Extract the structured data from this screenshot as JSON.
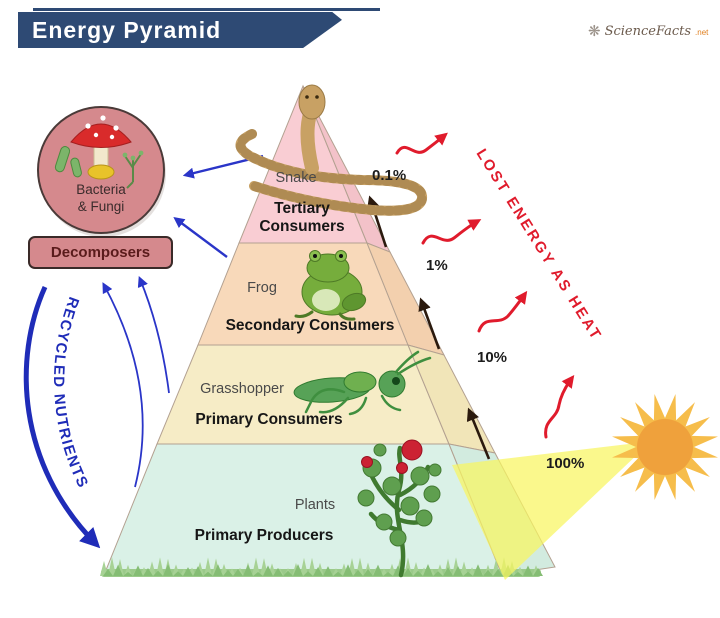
{
  "header": {
    "title": "Energy Pyramid",
    "logo": {
      "icon": "flower-icon",
      "brand": "ScienceFacts",
      "suffix": ".net"
    }
  },
  "pyramid": {
    "levels": [
      {
        "id": "tertiary-consumers",
        "organism": "Snake",
        "label": "Tertiary Consumers",
        "energy_percent": "0.1%",
        "color": "#f9cdd3"
      },
      {
        "id": "secondary-consumers",
        "organism": "Frog",
        "label": "Secondary Consumers",
        "energy_percent": "1%",
        "color": "#f8d9ba"
      },
      {
        "id": "primary-consumers",
        "organism": "Grasshopper",
        "label": "Primary Consumers",
        "energy_percent": "10%",
        "color": "#f6ecc6"
      },
      {
        "id": "primary-producers",
        "organism": "Plants",
        "label": "Primary Producers",
        "energy_percent": "100%",
        "color": "#daf1e7"
      }
    ]
  },
  "decomposers": {
    "circle_line1": "Bacteria",
    "circle_line2": "& Fungi",
    "box_label": "Decomposers",
    "color": "#d5898d"
  },
  "annotations": {
    "recycled_nutrients": "RECYCLED NUTRIENTS",
    "lost_heat": "LOST ENERGY AS HEAT",
    "nutrient_arrow_color": "#2a35c8",
    "heat_arrow_color": "#e01b2c",
    "energy_flow_arrow_color": "#2b1a0e"
  },
  "sun": {
    "icon": "sun-icon",
    "color": "#efa13c"
  }
}
